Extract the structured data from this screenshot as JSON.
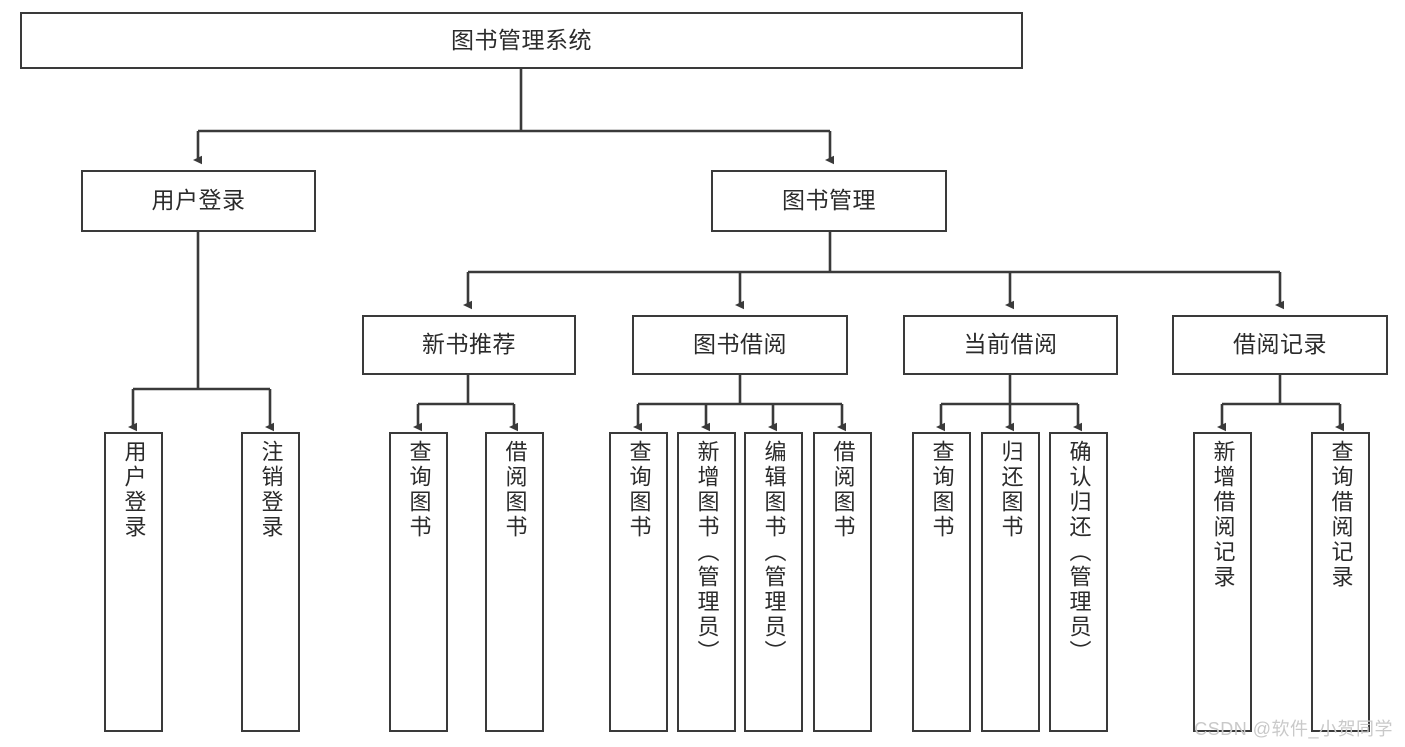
{
  "diagram": {
    "type": "tree-hierarchy",
    "title_node": {
      "id": "root",
      "label": "图书管理系统"
    },
    "levels": [
      {
        "level": 2,
        "nodes": [
          {
            "id": "login",
            "label": "用户登录"
          },
          {
            "id": "bookmgmt",
            "label": "图书管理"
          }
        ]
      },
      {
        "level": 3,
        "nodes": [
          {
            "id": "newbook",
            "label": "新书推荐"
          },
          {
            "id": "borrow",
            "label": "图书借阅"
          },
          {
            "id": "current",
            "label": "当前借阅"
          },
          {
            "id": "records",
            "label": "借阅记录"
          }
        ]
      },
      {
        "level": 4,
        "nodes": [
          {
            "id": "leaf-user-login",
            "label": "用户登录"
          },
          {
            "id": "leaf-user-logout",
            "label": "注销登录"
          },
          {
            "id": "leaf-query-book-1",
            "label": "查询图书"
          },
          {
            "id": "leaf-borrow-book-1",
            "label": "借阅图书"
          },
          {
            "id": "leaf-query-book-2",
            "label": "查询图书"
          },
          {
            "id": "leaf-add-book",
            "label": "新增图书（管理员）"
          },
          {
            "id": "leaf-edit-book",
            "label": "编辑图书（管理员）"
          },
          {
            "id": "leaf-borrow-book-2",
            "label": "借阅图书"
          },
          {
            "id": "leaf-query-book-3",
            "label": "查询图书"
          },
          {
            "id": "leaf-return-book",
            "label": "归还图书"
          },
          {
            "id": "leaf-confirm-return",
            "label": "确认归还（管理员）"
          },
          {
            "id": "leaf-add-record",
            "label": "新增借阅记录"
          },
          {
            "id": "leaf-query-record",
            "label": "查询借阅记录"
          }
        ]
      }
    ],
    "edges": [
      {
        "from": "root",
        "to": "login"
      },
      {
        "from": "root",
        "to": "bookmgmt"
      },
      {
        "from": "login",
        "to": "leaf-user-login"
      },
      {
        "from": "login",
        "to": "leaf-user-logout"
      },
      {
        "from": "bookmgmt",
        "to": "newbook"
      },
      {
        "from": "bookmgmt",
        "to": "borrow"
      },
      {
        "from": "bookmgmt",
        "to": "current"
      },
      {
        "from": "bookmgmt",
        "to": "records"
      },
      {
        "from": "newbook",
        "to": "leaf-query-book-1"
      },
      {
        "from": "newbook",
        "to": "leaf-borrow-book-1"
      },
      {
        "from": "borrow",
        "to": "leaf-query-book-2"
      },
      {
        "from": "borrow",
        "to": "leaf-add-book"
      },
      {
        "from": "borrow",
        "to": "leaf-edit-book"
      },
      {
        "from": "borrow",
        "to": "leaf-borrow-book-2"
      },
      {
        "from": "current",
        "to": "leaf-query-book-3"
      },
      {
        "from": "current",
        "to": "leaf-return-book"
      },
      {
        "from": "current",
        "to": "leaf-confirm-return"
      },
      {
        "from": "records",
        "to": "leaf-add-record"
      },
      {
        "from": "records",
        "to": "leaf-query-record"
      }
    ],
    "colors": {
      "box_border": "#3a3a3a",
      "box_fill": "#ffffff",
      "text": "#2b2b2b",
      "connector": "#3a3a3a",
      "watermark": "#c9c9c9"
    }
  },
  "watermark": {
    "text": "CSDN @软件_小贺同学"
  }
}
